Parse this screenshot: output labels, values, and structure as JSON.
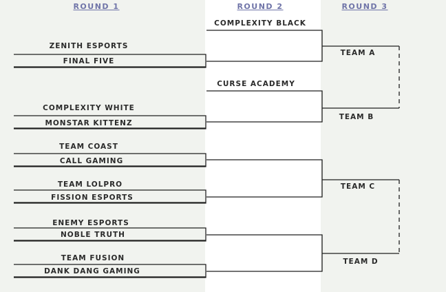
{
  "rounds": [
    "ROUND 1",
    "ROUND 2",
    "ROUND 3"
  ],
  "round1": [
    "ZENITH ESPORTS",
    "FINAL FIVE",
    "COMPLEXITY WHITE",
    "MONSTAR KITTENZ",
    "TEAM COAST",
    "CALL GAMING",
    "TEAM LOLPRO",
    "FISSION ESPORTS",
    "ENEMY ESPORTS",
    "NOBLE TRUTH",
    "TEAM FUSION",
    "DANK DANG GAMING"
  ],
  "round2": [
    "COMPLEXITY BLACK",
    "CURSE ACADEMY"
  ],
  "round3": [
    "TEAM A",
    "TEAM B",
    "TEAM C",
    "TEAM D"
  ],
  "colors": {
    "panel": "#f1f3ef",
    "round_label": "#6f74a8",
    "line": "#1f1f1f",
    "text": "#2a2a2a"
  }
}
